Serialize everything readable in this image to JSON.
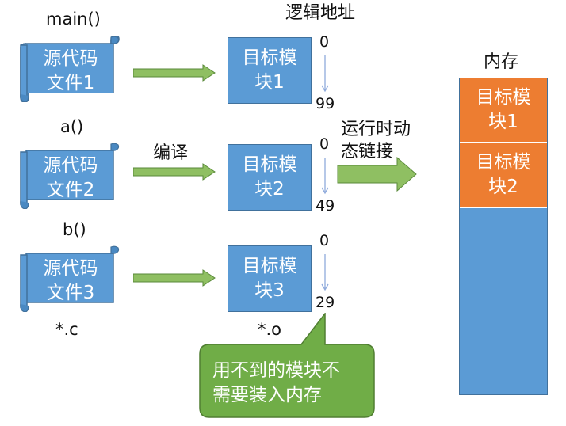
{
  "header": {
    "logical_address": "逻辑地址",
    "memory": "内存"
  },
  "functions": [
    "main()",
    "a()",
    "b()"
  ],
  "source_files": [
    {
      "line1": "源代码",
      "line2": "文件1"
    },
    {
      "line1": "源代码",
      "line2": "文件2"
    },
    {
      "line1": "源代码",
      "line2": "文件3"
    }
  ],
  "compile_label": "编译",
  "modules": [
    {
      "line1": "目标模",
      "line2": "块1",
      "start": "0",
      "end": "99"
    },
    {
      "line1": "目标模",
      "line2": "块2",
      "start": "0",
      "end": "49"
    },
    {
      "line1": "目标模",
      "line2": "块3",
      "start": "0",
      "end": "29"
    }
  ],
  "source_ext": "*.c",
  "object_ext": "*.o",
  "link_label": {
    "line1": "运行时动",
    "line2": "态链接"
  },
  "memory_slots": [
    {
      "line1": "目标模",
      "line2": "块1"
    },
    {
      "line1": "目标模",
      "line2": "块2"
    }
  ],
  "callout": {
    "line1": "用不到的模块不",
    "line2": "需要装入内存"
  },
  "colors": {
    "blue": "#5b9bd5",
    "blue_border": "#41719c",
    "orange": "#ed7d31",
    "green": "#70ad47",
    "arrow_green": "#8fbf62"
  }
}
